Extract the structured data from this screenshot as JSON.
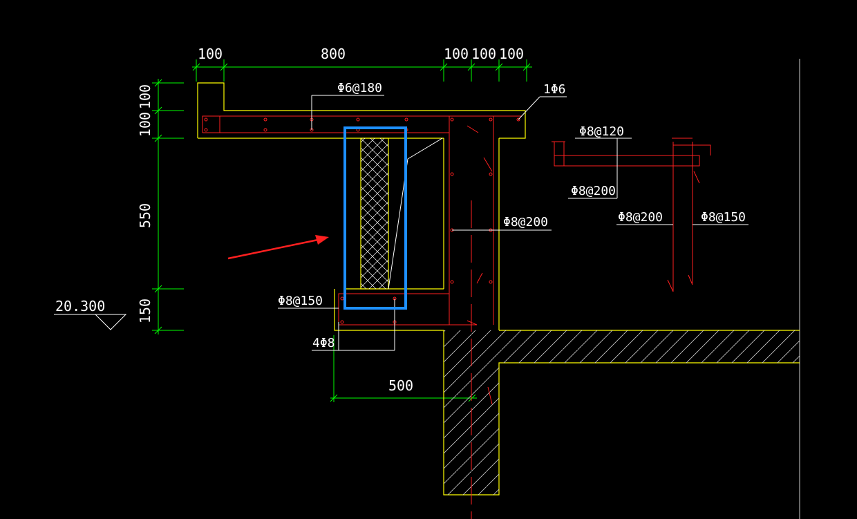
{
  "colors": {
    "background": "#000000",
    "dimension": "#00ff00",
    "concrete_outline": "#ffff00",
    "rebar": "#ff2020",
    "leader": "#ffffff",
    "highlight": "#1e90ff",
    "arrow": "#ff2020",
    "wall": "#cccccc"
  },
  "dimensions": {
    "top": [
      "100",
      "800",
      "100",
      "100",
      "100"
    ],
    "left": [
      "100",
      "100",
      "550",
      "150"
    ],
    "bottom": "500"
  },
  "elevation": "20.300",
  "labels": {
    "slab_top_bars": "Φ6@180",
    "corner_bar": "1Φ6",
    "detail_top": "Φ8@120",
    "detail_mid": "Φ8@200",
    "wall_bars": "Φ8@200",
    "detail_left": "Φ8@200",
    "detail_right": "Φ8@150",
    "ledge_bars": "Φ8@150",
    "ledge_long": "4Φ8"
  }
}
